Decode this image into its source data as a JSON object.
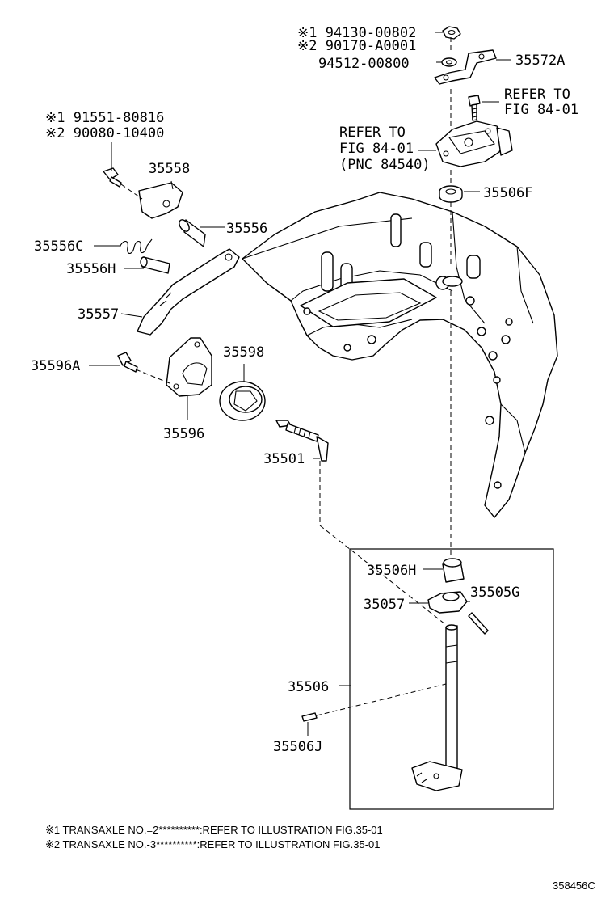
{
  "labels": {
    "p94130": "※1 94130-00802",
    "p90170": "※2 90170-A0001",
    "p94512": "94512-00800",
    "p35572a": "35572A",
    "refer_fig_a1": "REFER TO",
    "refer_fig_a2": "FIG 84-01",
    "refer_b1": "REFER TO",
    "refer_b2": "FIG 84-01",
    "refer_b3": "(PNC 84540)",
    "p91551": "※1 91551-80816",
    "p90080": "※2 90080-10400",
    "p35558": "35558",
    "p35556": "35556",
    "p35506f": "35506F",
    "p35556c": "35556C",
    "p35556h": "35556H",
    "p35557": "35557",
    "p35596a": "35596A",
    "p35598": "35598",
    "p35596": "35596",
    "p35501": "35501",
    "p35506h": "35506H",
    "p35505g": "35505G",
    "p35057": "35057",
    "p35506": "35506",
    "p35506j": "35506J"
  },
  "notes": {
    "n1": "※1  TRANSAXLE NO.=2**********:REFER TO ILLUSTRATION FIG.35-01",
    "n2": "※2  TRANSAXLE NO.-3**********:REFER TO ILLUSTRATION FIG.35-01"
  },
  "figure_id": "358456C"
}
